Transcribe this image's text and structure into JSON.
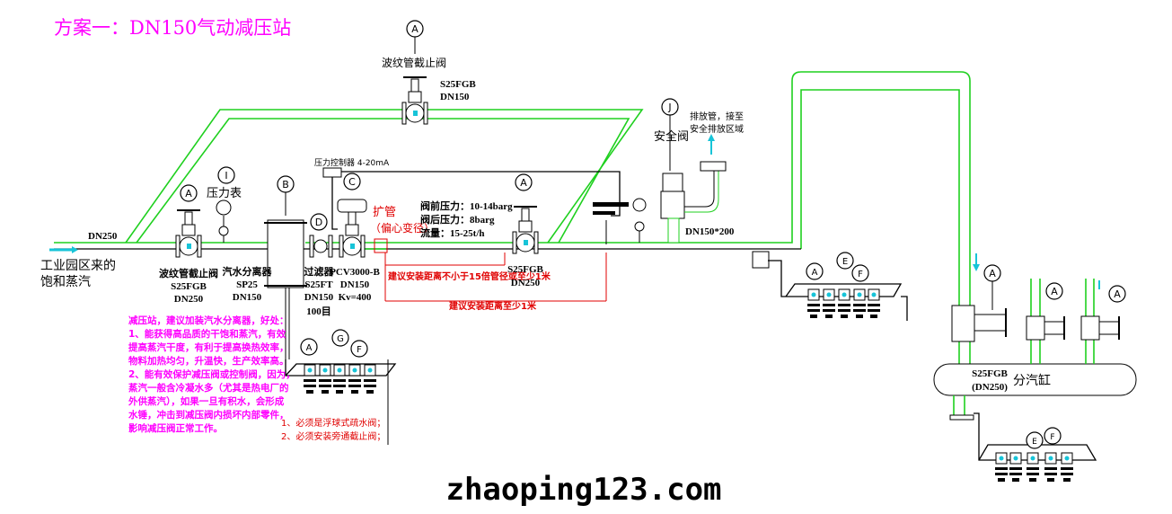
{
  "title": "方案一：DN150气动减压站",
  "colors": {
    "title": "#ff00ff",
    "pipe_highlight": "#1fd01f",
    "flow_arrow": "#17c4d8",
    "warning": "#e00000"
  },
  "inlet": {
    "line1": "工业园区来的",
    "line2": "饱和蒸汽",
    "size": "DN250"
  },
  "bypass_valve": {
    "tag": "A",
    "name": "波纹管截止阀",
    "model": "S25FGB",
    "size": "DN150"
  },
  "inlet_valve": {
    "tag": "A",
    "name": "波纹管截止阀",
    "model": "S25FGB",
    "size": "DN250"
  },
  "gauge": {
    "tag": "I",
    "name": "压力表"
  },
  "separator": {
    "tag": "B",
    "name": "汽水分离器",
    "model": "SP25",
    "size": "DN150"
  },
  "strainer": {
    "tag": "D",
    "name": "过滤器",
    "model": "S25FT",
    "size": "DN150",
    "mesh": "100目"
  },
  "prv": {
    "tag": "C",
    "model": "PCV3000-B",
    "size": "DN150",
    "kv": "Kv=400"
  },
  "controller": "压力控制器 4-20mA",
  "expander": {
    "line1": "扩管",
    "line2": "（偏心变径）"
  },
  "params": [
    "阀前压力：10-14barg",
    "阀后压力：8barg",
    "流量：15-25t/h"
  ],
  "outlet_valve": {
    "tag": "A",
    "model": "S25FGB",
    "size": "DN250"
  },
  "dimensions": {
    "dim1": "建议安装距离不小于15倍管径或至少1米",
    "dim2": "建议安装距离至少1米"
  },
  "safety_valve": {
    "tag": "J",
    "name": "安全阀",
    "size": "DN150*200"
  },
  "vent": {
    "line1": "排放管，接至",
    "line2": "安全排放区域"
  },
  "header": {
    "model": "S25FGB",
    "size": "(DN250)",
    "name": "分汽缸"
  },
  "branch_tags": [
    "A",
    "A",
    "A"
  ],
  "trap_group_left": {
    "tags": [
      "A",
      "G",
      "F"
    ]
  },
  "trap_group_mid": {
    "tags": [
      "A",
      "E",
      "F"
    ]
  },
  "trap_group_bottom": {
    "tags": [
      "E",
      "F"
    ]
  },
  "note_magenta": [
    "减压站，建议加装汽水分离器，好处：",
    "1、能获得高品质的干饱和蒸汽，有效",
    "提高蒸汽干度，有利于提高换热效率，",
    "物料加热均匀，升温快，生产效率高。",
    "2、能有效保护减压阀或控制阀，因为，",
    "蒸汽一般含冷凝水多（尤其是热电厂的",
    "外供蒸汽），如果一旦有积水，会形成",
    "水锤，冲击到减压阀内损坏内部零件，",
    "影响减压阀正常工作。"
  ],
  "note_red": [
    "1、必须是浮球式疏水阀；",
    "2、必须安装旁通截止阀；"
  ],
  "watermark": "zhaoping123.com"
}
